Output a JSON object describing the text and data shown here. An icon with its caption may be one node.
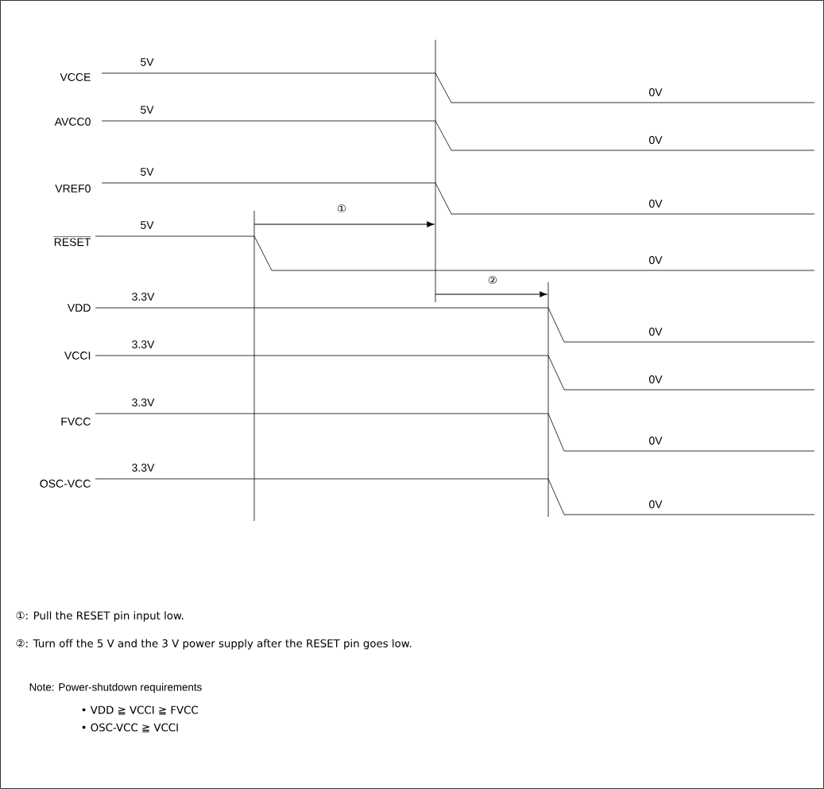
{
  "diagram": {
    "labels": [
      "VCCE",
      "5V",
      "0V",
      "AVCC0",
      "5V",
      "0V",
      "VREF0",
      "5V",
      "0V",
      "RESET",
      "5V",
      "0V",
      "VDD",
      "3.3V",
      "0V",
      "VCCI",
      "3.3V",
      "0V",
      "FVCC",
      "3.3V",
      "0V",
      "OSC-VCC",
      "3.3V",
      "0V",
      "①",
      "②",
      "①: Pull the RESET pin input low.",
      "②: Turn off the 5 V and the 3 V power supply after the RESET pin goes low.",
      "Note: Power-shutdown requirements",
      "• VDD ≧ VCCI ≧ FVCC",
      "• OSC-VCC ≧ VCCI"
    ]
  }
}
